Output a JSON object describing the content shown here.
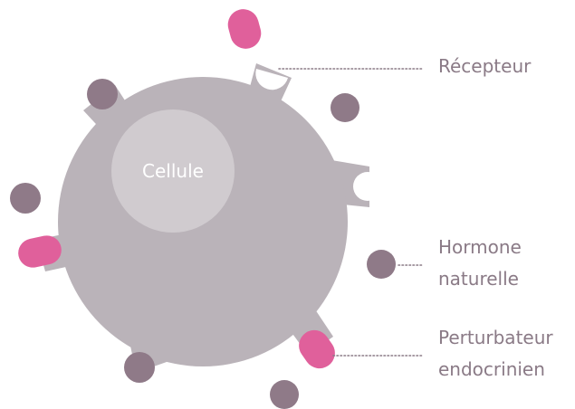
{
  "cell_label": "Cellule",
  "legend": {
    "receptor": "Récepteur",
    "hormone_line1": "Hormone",
    "hormone_line2": "naturelle",
    "disruptor_line1": "Perturbateur",
    "disruptor_line2": "endocrinien"
  },
  "colors": {
    "cell": "#bab3b9",
    "nucleus": "#d0cbcf",
    "receptor": "#bab3b9",
    "hormone": "#8f7a88",
    "disruptor": "#e0609b",
    "label_text": "#8a7a86",
    "cell_label_text": "#ffffff",
    "dotted_line": "#8a7a86"
  }
}
